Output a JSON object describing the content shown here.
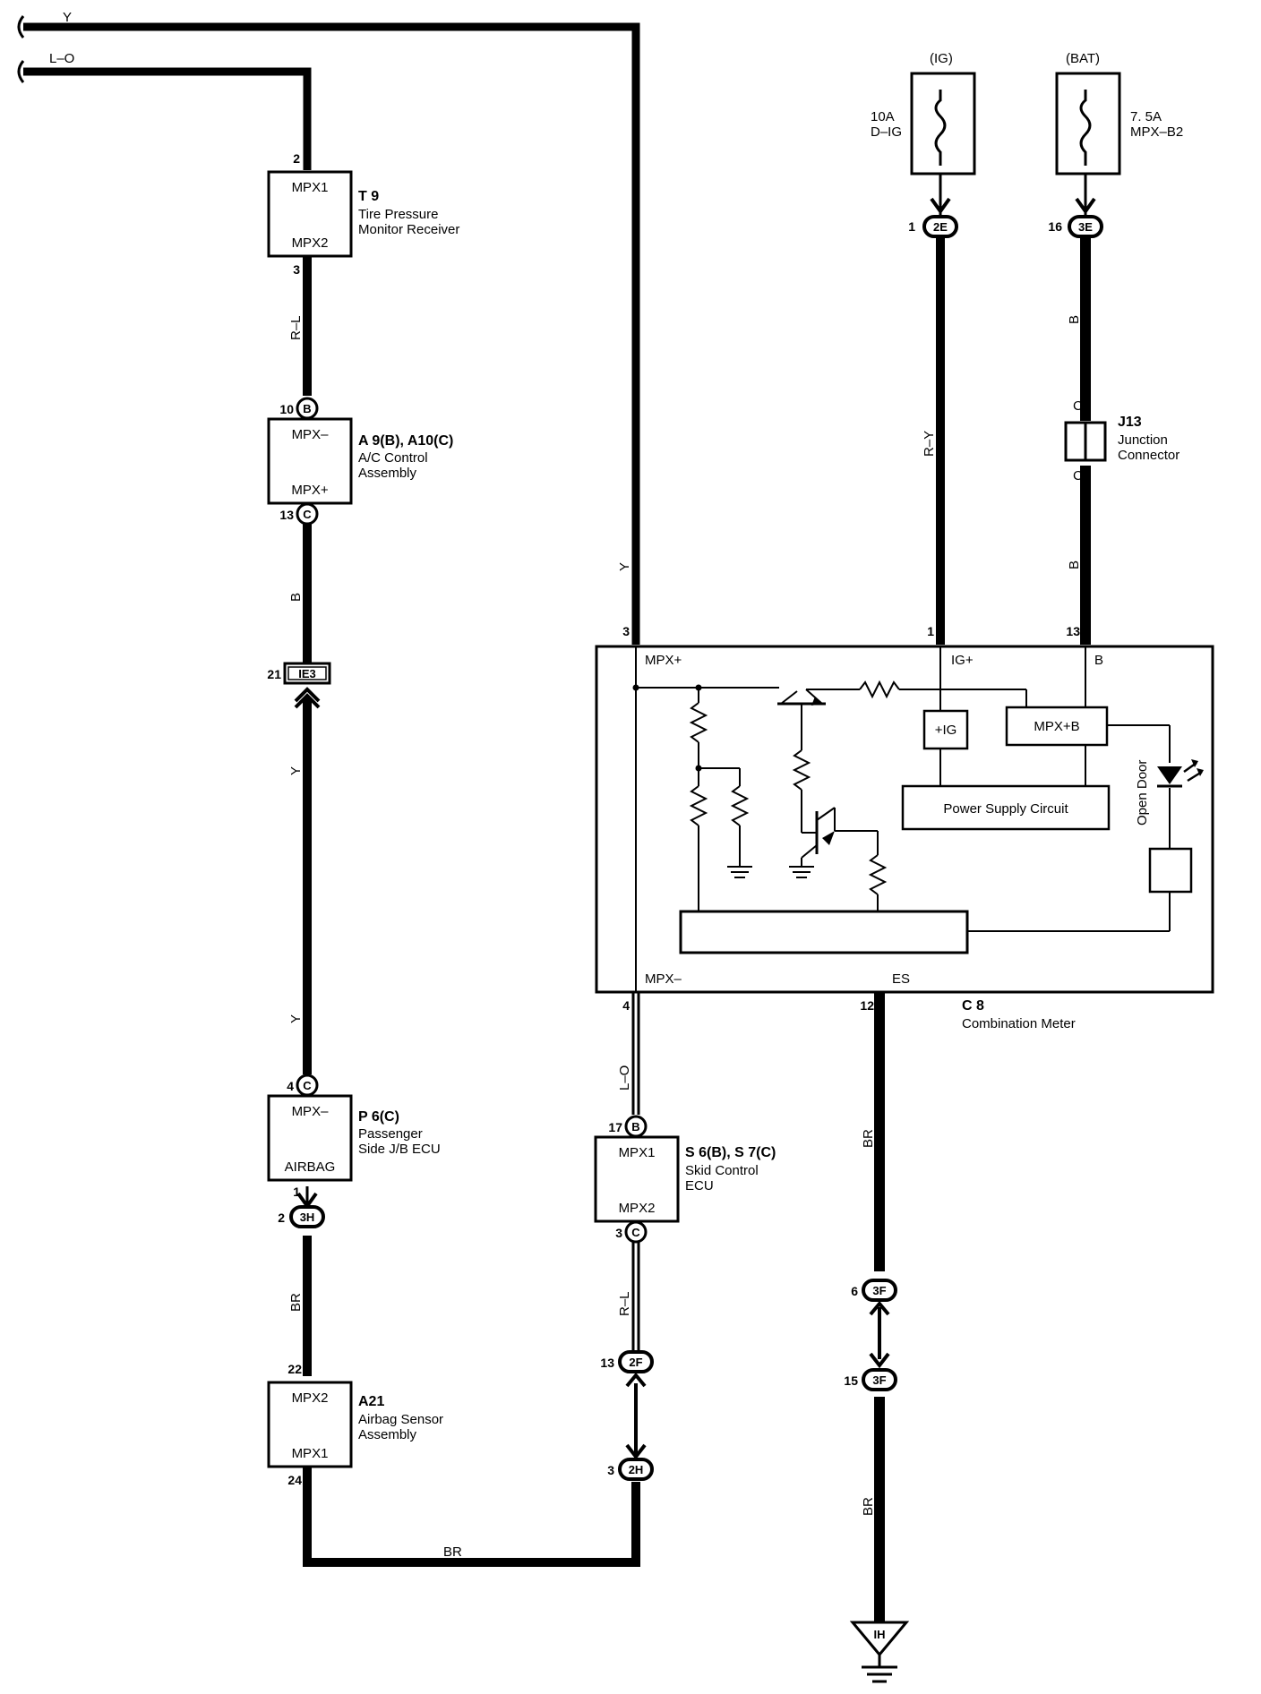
{
  "wires": {
    "top_y": "Y",
    "top_lo": "L–O",
    "t9_a10": "R–L",
    "a10_ie3": "B",
    "ie3_up": "Y",
    "p6_up": "Y",
    "p6_a21": "BR",
    "bottom": "BR",
    "mpx_plus": "Y",
    "mpx_minus": "L–O",
    "s6_down": "R–L",
    "es_down": "BR",
    "ground_down": "BR",
    "ig": "R–Y",
    "bat_upper": "B",
    "bat_lower": "B"
  },
  "fuses": [
    {
      "source": "(IG)",
      "rating": "10A",
      "name": "D–IG"
    },
    {
      "source": "(BAT)",
      "rating": "7. 5A",
      "name": "MPX–B2"
    }
  ],
  "components": {
    "t9": {
      "code": "T 9",
      "name_line1": "Tire Pressure",
      "name_line2": "Monitor Receiver",
      "term_top": "MPX1",
      "term_bottom": "MPX2",
      "pin_top": "2",
      "pin_bottom": "3"
    },
    "a10": {
      "code": "A 9(B), A10(C)",
      "name_line1": "A/C Control",
      "name_line2": "Assembly",
      "term_top": "MPX–",
      "term_bottom": "MPX+",
      "pin_top": "10",
      "pin_bottom": "13",
      "conn_top": "B",
      "conn_bottom": "C"
    },
    "p6": {
      "code": "P 6(C)",
      "name_line1": "Passenger",
      "name_line2": "Side J/B ECU",
      "term_top": "MPX–",
      "term_bottom": "AIRBAG",
      "pin_top": "4",
      "pin_bottom": "1",
      "conn_top": "C"
    },
    "a21": {
      "code": "A21",
      "name_line1": "Airbag Sensor",
      "name_line2": "Assembly",
      "term_top": "MPX2",
      "term_bottom": "MPX1",
      "pin_top": "22",
      "pin_bottom": "24"
    },
    "s6": {
      "code": "S 6(B), S 7(C)",
      "name_line1": "Skid Control",
      "name_line2": "ECU",
      "term_top": "MPX1",
      "term_bottom": "MPX2",
      "pin_top": "17",
      "pin_bottom": "3",
      "conn_top": "B",
      "conn_bottom": "C"
    },
    "j13": {
      "code": "J13",
      "name_line1": "Junction",
      "name_line2": "Connector",
      "pin": "C"
    },
    "c8": {
      "code": "C 8",
      "name": "Combination Meter",
      "term_mpx_plus": "MPX+",
      "term_ig": "IG+",
      "term_b": "B",
      "term_mpx_minus": "MPX–",
      "term_es": "ES",
      "pin_mpx_plus": "3",
      "pin_ig": "1",
      "pin_b": "13",
      "pin_mpx_minus": "4",
      "pin_es": "12",
      "block_ig": "+IG",
      "block_mpxb": "MPX+B",
      "power_supply": "Power Supply Circuit",
      "open_door": "Open Door"
    }
  },
  "connectors": {
    "ie3": {
      "code": "IE3",
      "pin": "21"
    },
    "c2e": {
      "code": "2E",
      "pin": "1"
    },
    "c3e": {
      "code": "3E",
      "pin": "16"
    },
    "c3h": {
      "code": "3H",
      "pin": "2"
    },
    "c2f": {
      "code": "2F",
      "pin": "13"
    },
    "c2h": {
      "code": "2H",
      "pin": "3"
    },
    "c3f_a": {
      "code": "3F",
      "pin": "6"
    },
    "c3f_b": {
      "code": "3F",
      "pin": "15"
    },
    "ground": {
      "code": "IH"
    }
  }
}
